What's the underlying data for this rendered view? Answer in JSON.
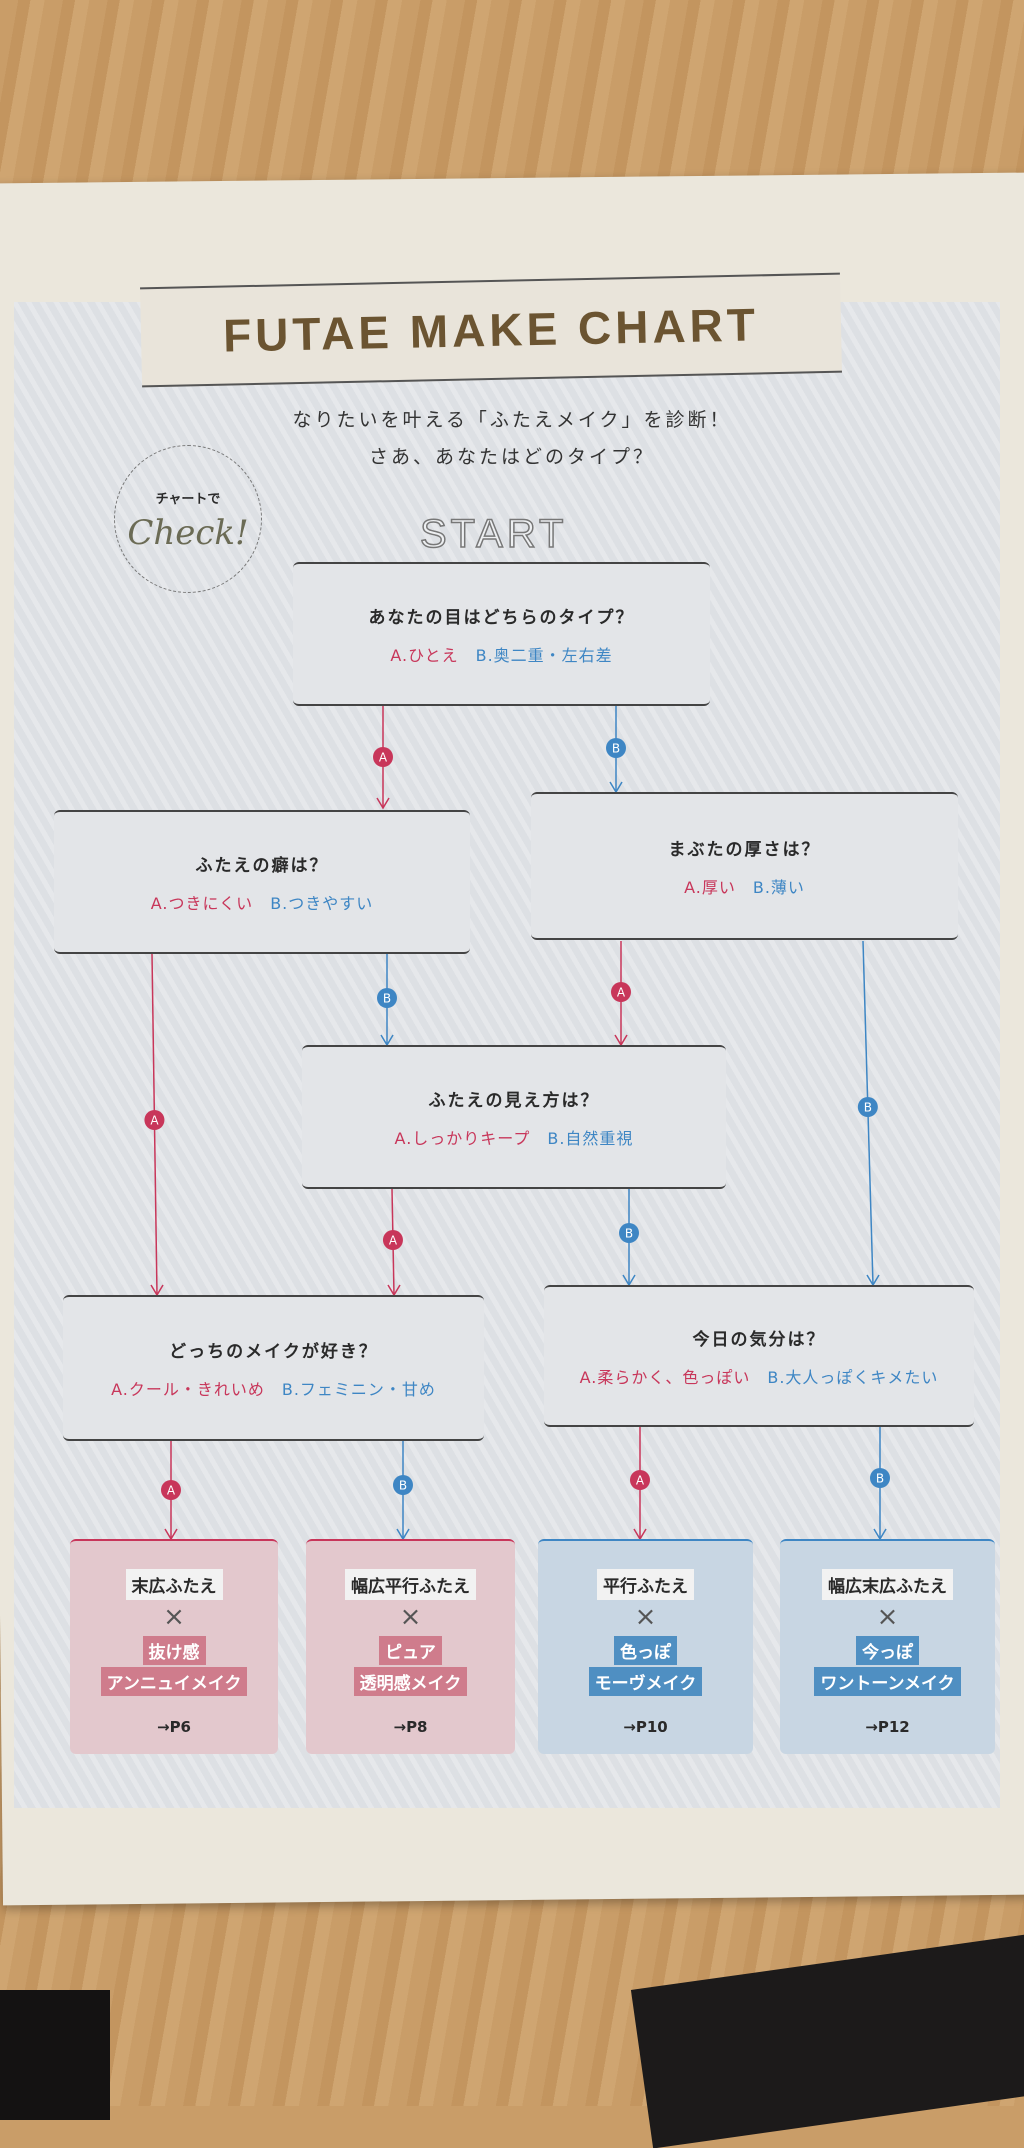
{
  "title": "FUTAE MAKE CHART",
  "subtitle": [
    "なりたいを叶える「ふたえメイク」を診断！",
    "さあ、あなたはどのタイプ？"
  ],
  "check_badge": {
    "small": "チャートで",
    "big": "Check!"
  },
  "start": "START",
  "badges": {
    "a": "A",
    "b": "B"
  },
  "questions": [
    {
      "q": "あなたの目はどちらのタイプ？",
      "a": "A.ひとえ",
      "b": "B.奥二重・左右差"
    },
    {
      "q": "ふたえの癖は？",
      "a": "A.つきにくい",
      "b": "B.つきやすい"
    },
    {
      "q": "まぶたの厚さは？",
      "a": "A.厚い",
      "b": "B.薄い"
    },
    {
      "q": "ふたえの見え方は？",
      "a": "A.しっかりキープ",
      "b": "B.自然重視"
    },
    {
      "q": "どっちのメイクが好き？",
      "a": "A.クール・きれいめ",
      "b": "B.フェミニン・甘め"
    },
    {
      "q": "今日の気分は？",
      "a": "A.柔らかく、色っぽい",
      "b": "B.大人っぽくキメたい"
    }
  ],
  "results": [
    {
      "type": "末広ふたえ",
      "times": "×",
      "make1": "抜け感",
      "make2": "アンニュイメイク",
      "page": "→P6"
    },
    {
      "type": "幅広平行ふたえ",
      "times": "×",
      "make1": "ピュア",
      "make2": "透明感メイク",
      "page": "→P8"
    },
    {
      "type": "平行ふたえ",
      "times": "×",
      "make1": "色っぽ",
      "make2": "モーヴメイク",
      "page": "→P10"
    },
    {
      "type": "幅広末広ふたえ",
      "times": "×",
      "make1": "今っぽ",
      "make2": "ワントーンメイク",
      "page": "→P12"
    }
  ],
  "colors": {
    "a": "#c8365a",
    "b": "#3e86c4",
    "title": "#6b5431"
  }
}
